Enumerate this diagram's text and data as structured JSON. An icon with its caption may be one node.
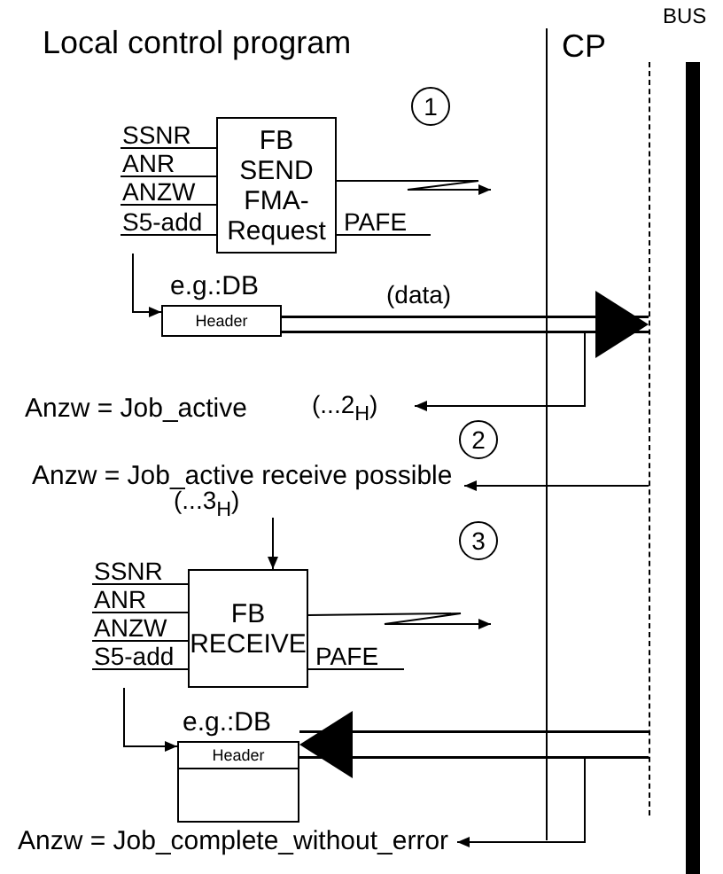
{
  "diagram": {
    "title": "Local control program",
    "nodes": [
      {
        "text": [
          "CP"
        ]
      },
      {
        "text": [
          "BUS"
        ]
      },
      {
        "text": [
          "1"
        ]
      },
      {
        "text": [
          "FB SEND FMA-Request"
        ],
        "beside": [
          "SSNR",
          "ANR",
          "ANZW",
          "S5-add",
          "PAFE"
        ]
      },
      {
        "text": [
          "Header"
        ],
        "beside": [
          "e.g.:DB"
        ]
      },
      {
        "text": [
          "Anzw = Job_active"
        ],
        "beside": [
          "(...2$_{H}$)"
        ]
      },
      {
        "text": [
          "2"
        ]
      },
      {
        "text": [
          "Anzw = Job_active receive possible"
        ],
        "beside": [
          "(...3$_{H}$)"
        ]
      },
      {
        "text": [
          "3"
        ]
      },
      {
        "text": [
          "FB RECEIVE"
        ],
        "beside": [
          "SSNR",
          "ANR",
          "ANZW",
          "S5-add",
          "PAFE"
        ]
      },
      {
        "text": [
          "Header"
        ],
        "beside": [
          "e.g.:DB"
        ]
      },
      {
        "text": [
          "Anzw = Job_complete_without_error"
        ]
      }
    ],
    "edges": [
      {
        "from": 3,
        "to": 4,
        "arrow": "to"
      },
      {
        "from": 3,
        "to": null,
        "arrow": "to"
      },
      {
        "from": 4,
        "to": 1,
        "arrow": "to",
        "label": "(data)",
        "style": "thick"
      },
      {
        "from": 0,
        "to": 5,
        "arrow": "to"
      },
      {
        "from": 1,
        "to": 7,
        "arrow": "to"
      },
      {
        "from": 7,
        "to": 9,
        "arrow": "to"
      },
      {
        "from": 9,
        "to": null,
        "arrow": "to"
      },
      {
        "from": 9,
        "to": 10,
        "arrow": "to"
      },
      {
        "from": 1,
        "to": 10,
        "arrow": "to",
        "style": "thick"
      },
      {
        "from": 0,
        "to": 11,
        "arrow": "to"
      }
    ]
  }
}
